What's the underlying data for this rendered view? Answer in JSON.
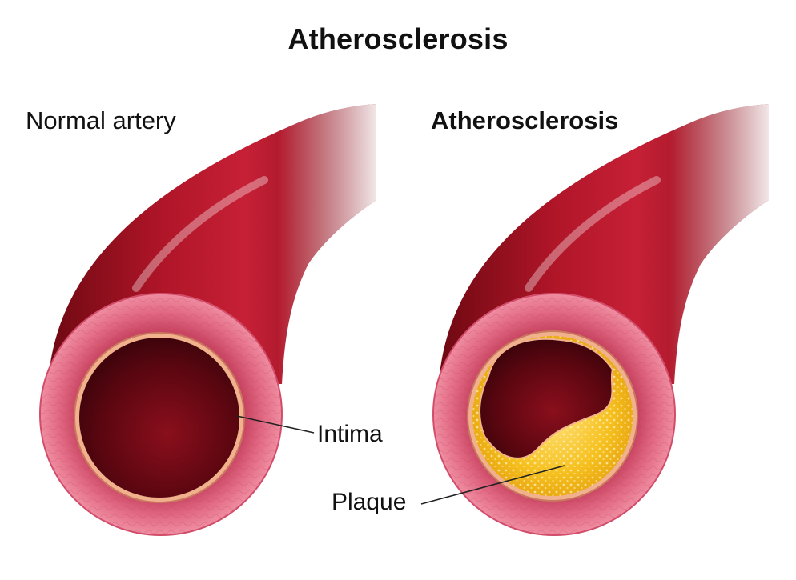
{
  "title": "Atherosclerosis",
  "panels": {
    "left": {
      "label": "Normal artery"
    },
    "right": {
      "label": "Atherosclerosis"
    }
  },
  "callouts": {
    "intima": "Intima",
    "plaque": "Plaque"
  },
  "colors": {
    "artery_dark": "#7a0c14",
    "artery_mid": "#b3162a",
    "wall_pink": "#e56e87",
    "lumen_dark": "#5b0710",
    "intima": "#f1b28f",
    "plaque": "#f2b416"
  }
}
